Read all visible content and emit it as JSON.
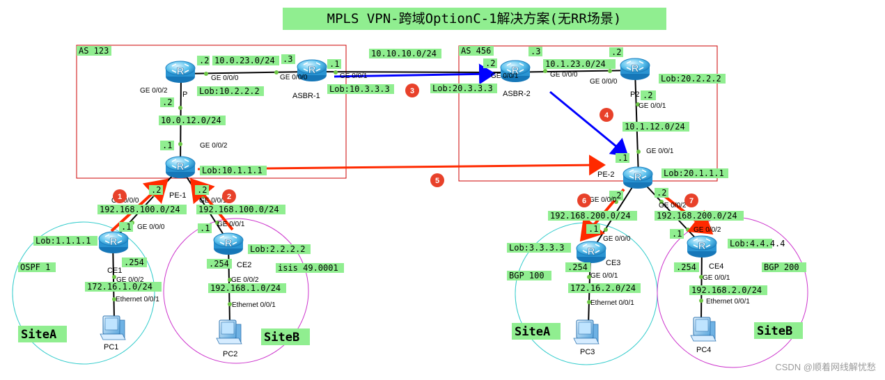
{
  "title": "MPLS VPN-跨域OptionC-1解决方案(无RR场景)",
  "watermark": "CSDN @顺着网线解忧愁",
  "colors": {
    "label_bg": "#90ee90",
    "link": "#000000",
    "as_box": "#cc0000",
    "arrow_red": "#ff2a00",
    "arrow_blue": "#0000ff",
    "marker": "#e8412a",
    "site_a_circle": "#33cccc",
    "site_b_circle": "#cc33cc"
  },
  "as_boxes": {
    "as123": "AS 123",
    "as456": "AS 456"
  },
  "nodes": {
    "p": {
      "name": "P"
    },
    "asbr1": {
      "name": "ASBR-1"
    },
    "asbr2": {
      "name": "ASBR-2"
    },
    "p2": {
      "name": "P2"
    },
    "pe1": {
      "name": "PE-1"
    },
    "pe2": {
      "name": "PE-2"
    },
    "ce1": {
      "name": "CE1"
    },
    "ce2": {
      "name": "CE2"
    },
    "ce3": {
      "name": "CE3"
    },
    "ce4": {
      "name": "CE4"
    },
    "pc1": {
      "name": "PC1"
    },
    "pc2": {
      "name": "PC2"
    },
    "pc3": {
      "name": "PC3"
    },
    "pc4": {
      "name": "PC4"
    }
  },
  "labels": {
    "net_10_0_23": "10.0.23.0/24",
    "p_dot2": ".2",
    "asbr1_dot3": ".3",
    "asbr1_dot1": ".1",
    "lob_p": "Lob:10.2.2.2",
    "lob_asbr1": "Lob:10.3.3.3",
    "net_10_10_10": "10.10.10.0/24",
    "as456_dot3": ".3",
    "asbr2_dot2": ".2",
    "net_10_1_23": "10.1.23.0/24",
    "p2_dot2_top": ".2",
    "lob_p2": "Lob:20.2.2.2",
    "lob_asbr2": "Lob:20.3.3.3",
    "p2_dot2": ".2",
    "p_dot2_down": ".2",
    "net_10_0_12": "10.0.12.0/24",
    "pe1_dot1": ".1",
    "net_10_1_12": "10.1.12.0/24",
    "pe2_dot1": ".1",
    "lob_pe1": "Lob:10.1.1.1",
    "lob_pe2": "Lob:20.1.1.1",
    "pe1_dot2_left": ".2",
    "pe1_dot2_right": ".2",
    "net_192_168_100_left": "192.168.100.0/24",
    "net_192_168_100_right": "192.168.100.0/24",
    "ce1_dot1": ".1",
    "ce2_dot1": ".1",
    "lob_ce1": "Lob:1.1.1.1",
    "lob_ce2": "Lob:2.2.2.2",
    "ospf": "OSPF 1",
    "isis": "isis 49.0001",
    "ce1_254": ".254",
    "ce2_254": ".254",
    "net_172_16_1": "172.16.1.0/24",
    "net_192_168_1": "192.168.1.0/24",
    "pe2_dot2_left": ".2",
    "pe2_dot2_right": ".2",
    "net_192_168_200_left": "192.168.200.0/24",
    "net_192_168_200_right": "192.168.200.0/24",
    "ce3_dot1": ".1",
    "ce4_dot1": ".1",
    "lob_ce3": "Lob:3.3.3.3",
    "lob_ce4": "Lob:4.4.4.4",
    "bgp100": "BGP 100",
    "bgp200": "BGP 200",
    "ce3_254": ".254",
    "ce4_254": ".254",
    "net_172_16_2": "172.16.2.0/24",
    "net_192_168_2": "192.168.2.0/24"
  },
  "interfaces": {
    "p_g000": "GE 0/0/0",
    "asbr1_g000": "GE 0/0/0",
    "asbr1_g001": "GE 0/0/1",
    "p_g002": "GE 0/0/2",
    "pe1_g002": "GE 0/0/2",
    "asbr2_g001": "GE 0/0/1",
    "asbr2_g000": "GE 0/0/0",
    "p2_g000": "GE 0/0/0",
    "p2_g001": "GE 0/0/1",
    "pe2_g001": "GE 0/0/1",
    "pe1_g000": "GE 0/0/0",
    "pe1_g001": "GE 0/0/1",
    "ce1_g000": "GE 0/0/0",
    "ce2_g001": "GE 0/0/1",
    "ce1_g002": "GE 0/0/2",
    "ce2_g002": "GE 0/0/2",
    "pc1_eth": "Ethernet 0/0/1",
    "pc2_eth": "Ethernet 0/0/1",
    "pe2_g000": "GE 0/0/0",
    "pe2_g002": "GE 0/0/2",
    "ce3_g000": "GE 0/0/0",
    "ce4_g002": "GE 0/0/2",
    "ce3_g001": "GE 0/0/1",
    "ce4_g001": "GE 0/0/1",
    "pc3_eth": "Ethernet 0/0/1",
    "pc4_eth": "Ethernet 0/0/1"
  },
  "sites": {
    "site_a_left": "SiteA",
    "site_b_left": "SiteB",
    "site_a_right": "SiteA",
    "site_b_right": "SiteB"
  },
  "steps": [
    "1",
    "2",
    "3",
    "4",
    "5",
    "6",
    "7"
  ]
}
